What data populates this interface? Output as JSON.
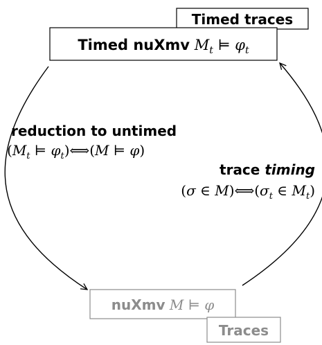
{
  "nodes": {
    "timed_model": {
      "tool": "Timed nuXmv",
      "model": "M",
      "model_sub": "t",
      "sat": "⊨",
      "formula": "φ",
      "formula_sub": "t",
      "tag": "Timed traces",
      "color": "#000000"
    },
    "untimed_model": {
      "tool": "nuXmv",
      "model": "M",
      "sat": "⊨",
      "formula": "φ",
      "tag": "Traces",
      "color": "#8c8c8c"
    }
  },
  "edges": {
    "reduction": {
      "title": "reduction to untimed",
      "open": "(",
      "lhs_model": "M",
      "lhs_sub": "t",
      "sat": "⊨",
      "lhs_formula": "φ",
      "lhs_formula_sub": "t",
      "close": ")",
      "iff": "⟺",
      "rhs_model": "M",
      "rhs_formula": "φ"
    },
    "timing": {
      "title_plain": "trace ",
      "title_emph": "timing",
      "open": "(",
      "lhs_trace": "σ",
      "elem": "∈",
      "lhs_model": "M",
      "close": ")",
      "iff": "⟺",
      "rhs_trace": "σ",
      "rhs_trace_sub": "t",
      "rhs_model": "M",
      "rhs_model_sub": "t"
    }
  }
}
